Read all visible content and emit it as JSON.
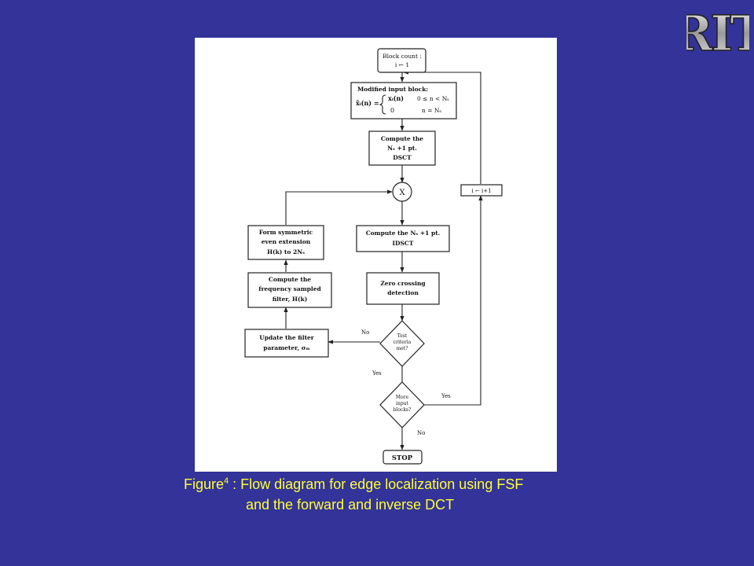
{
  "logo": {
    "text": "RIT"
  },
  "figure": {
    "nodes": {
      "block_count": {
        "line1": "Block count :",
        "line2": "i ← 1"
      },
      "modified_input": {
        "title": "Modified input block:",
        "lhs": "x̃ᵢ(n) =",
        "case1_expr": "xᵢ(n)",
        "case1_cond": "0 ≤ n < Nₛ",
        "case2_expr": "0",
        "case2_cond": "n = Nₛ"
      },
      "compute_dsct": {
        "line1": "Compute the",
        "line2": "Nₛ +1 pt.",
        "line3": "DSCT"
      },
      "multiply": {
        "label": "X"
      },
      "compute_idsct": {
        "line1": "Compute the  Nₛ +1 pt.",
        "line2": "IDSCT"
      },
      "zero_crossing": {
        "line1": "Zero crossing",
        "line2": "detection"
      },
      "test_criteria": {
        "line1": "Test",
        "line2": "criteria",
        "line3": "met?"
      },
      "more_blocks": {
        "line1": "More",
        "line2": "input",
        "line3": "blocks?"
      },
      "stop": {
        "label": "STOP"
      },
      "form_symmetric": {
        "line1": "Form symmetric",
        "line2": "even extension",
        "line3": "H(k) to 2Nₛ"
      },
      "compute_fsf": {
        "line1": "Compute the",
        "line2": "frequency sampled",
        "line3": "filter, H(k)"
      },
      "update_filter": {
        "line1": "Update the filter",
        "line2": "parameter,  σₘ"
      },
      "increment": {
        "label": "i ← i+1"
      }
    },
    "edge_labels": {
      "no_test": "No",
      "yes_test": "Yes",
      "yes_more": "Yes",
      "no_more": "No"
    }
  },
  "caption": {
    "prefix": "Figure",
    "superscript": "4",
    "line1_rest": " : Flow diagram for edge localization using FSF",
    "line2": "and the forward and inverse DCT"
  }
}
